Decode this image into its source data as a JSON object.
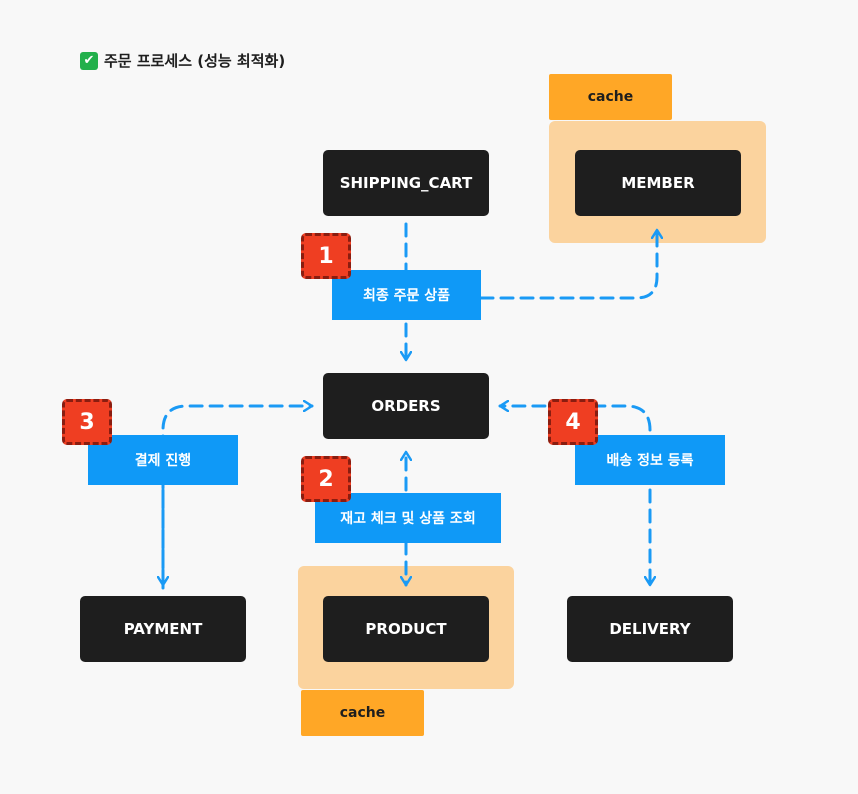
{
  "title": {
    "icon": "check-mark-icon",
    "text": "주문 프로세스 (성능 최적화)"
  },
  "cache_tags": {
    "member": "cache",
    "product": "cache"
  },
  "nodes": {
    "shipping_cart": "SHIPPING_CART",
    "member": "MEMBER",
    "orders": "ORDERS",
    "payment": "PAYMENT",
    "product": "PRODUCT",
    "delivery": "DELIVERY"
  },
  "labels": {
    "final_order_items": "최종 주문 상품",
    "payment_process": "결제 진행",
    "stock_check": "재고 체크 및 상품 조회",
    "delivery_register": "배송 정보 등록"
  },
  "badges": {
    "one": "1",
    "two": "2",
    "three": "3",
    "four": "4"
  },
  "colors": {
    "node": "#1e1e1e",
    "label": "#0f99f7",
    "arrow": "#1a9af5",
    "badge": "#ef3e22",
    "cache_area": "#fbd39e",
    "cache_tag": "#ffa726"
  }
}
